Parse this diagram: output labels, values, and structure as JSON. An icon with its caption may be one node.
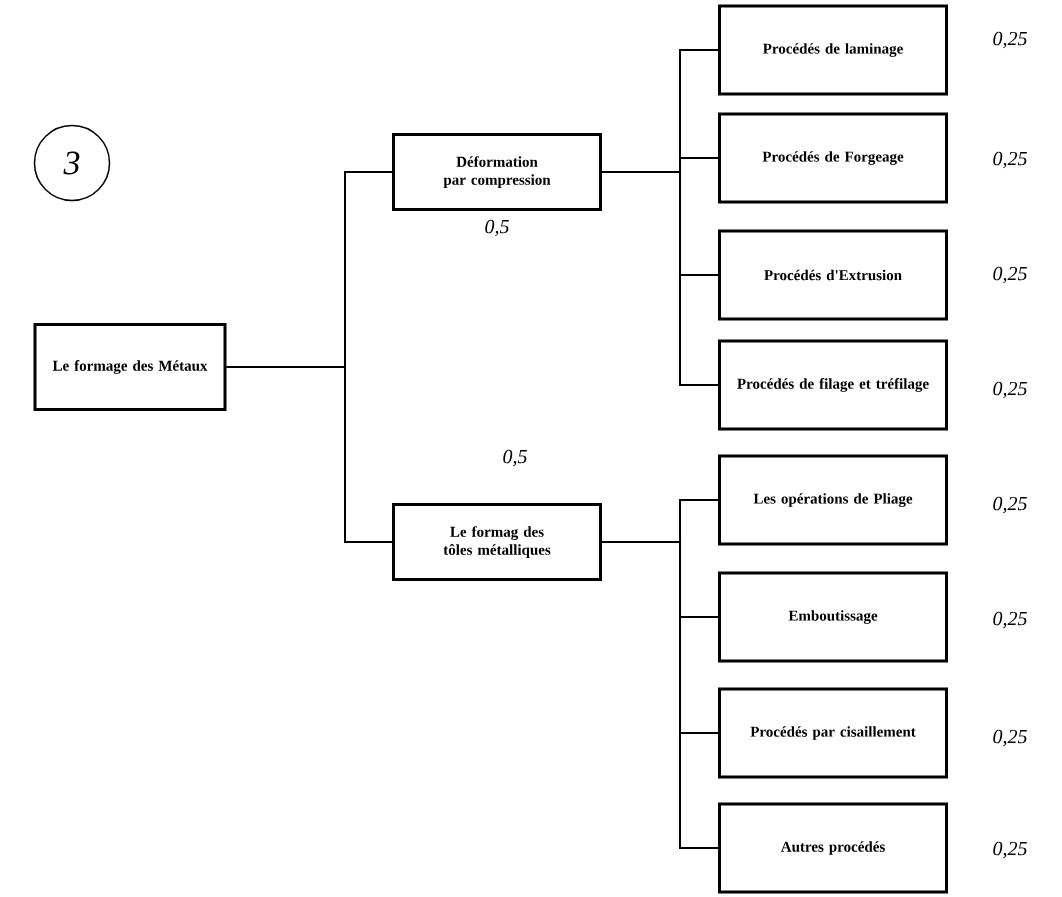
{
  "diagram": {
    "nodes": [
      {
        "text": [
          "Le formage des Métaux"
        ]
      },
      {
        "text": [
          "Déformation par compression"
        ]
      },
      {
        "text": [
          "Le formag des tôles métalliques"
        ]
      },
      {
        "text": [
          "Procédés de laminage"
        ]
      },
      {
        "text": [
          "Procédés de Forgeage"
        ]
      },
      {
        "text": [
          "Procédés d'Extrusion"
        ]
      },
      {
        "text": [
          "Procédés de filage et tréfilage"
        ]
      },
      {
        "text": [
          "Les opérations de Pliage"
        ]
      },
      {
        "text": [
          "Emboutissage"
        ]
      },
      {
        "text": [
          "Procédés par cisaillement"
        ]
      },
      {
        "text": [
          "Autres procédés"
        ]
      }
    ],
    "edges": [
      {
        "from": 0,
        "to": 1,
        "arrow": "none"
      },
      {
        "from": 0,
        "to": 2,
        "arrow": "none"
      },
      {
        "from": 1,
        "to": 3,
        "arrow": "none"
      },
      {
        "from": 1,
        "to": 4,
        "arrow": "none"
      },
      {
        "from": 1,
        "to": 5,
        "arrow": "none"
      },
      {
        "from": 1,
        "to": 6,
        "arrow": "none"
      },
      {
        "from": 2,
        "to": 7,
        "arrow": "none"
      },
      {
        "from": 2,
        "to": 8,
        "arrow": "none"
      },
      {
        "from": 2,
        "to": 9,
        "arrow": "none"
      },
      {
        "from": 2,
        "to": 10,
        "arrow": "none"
      }
    ],
    "labels": [
      "3",
      "0,25",
      "0,25",
      "0,5",
      "0,25",
      "0,25",
      "0,5",
      "0,25",
      "0,25",
      "0,25",
      "0,25"
    ]
  }
}
